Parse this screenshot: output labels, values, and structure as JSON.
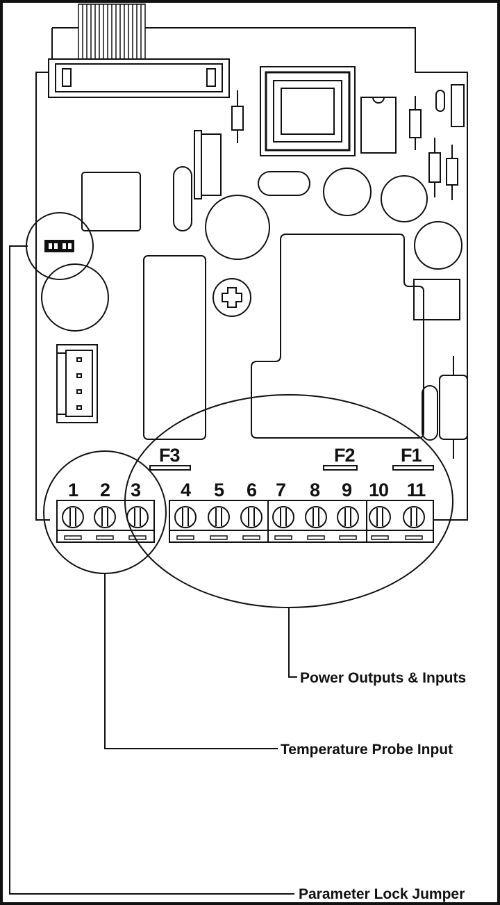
{
  "terminals": [
    "1",
    "2",
    "3",
    "4",
    "5",
    "6",
    "7",
    "8",
    "9",
    "10",
    "11"
  ],
  "fuses": [
    "F3",
    "F2",
    "F1"
  ],
  "callouts": {
    "power": "Power Outputs & Inputs",
    "probe": "Temperature Probe Input",
    "jumper": "Parameter Lock Jumper"
  }
}
